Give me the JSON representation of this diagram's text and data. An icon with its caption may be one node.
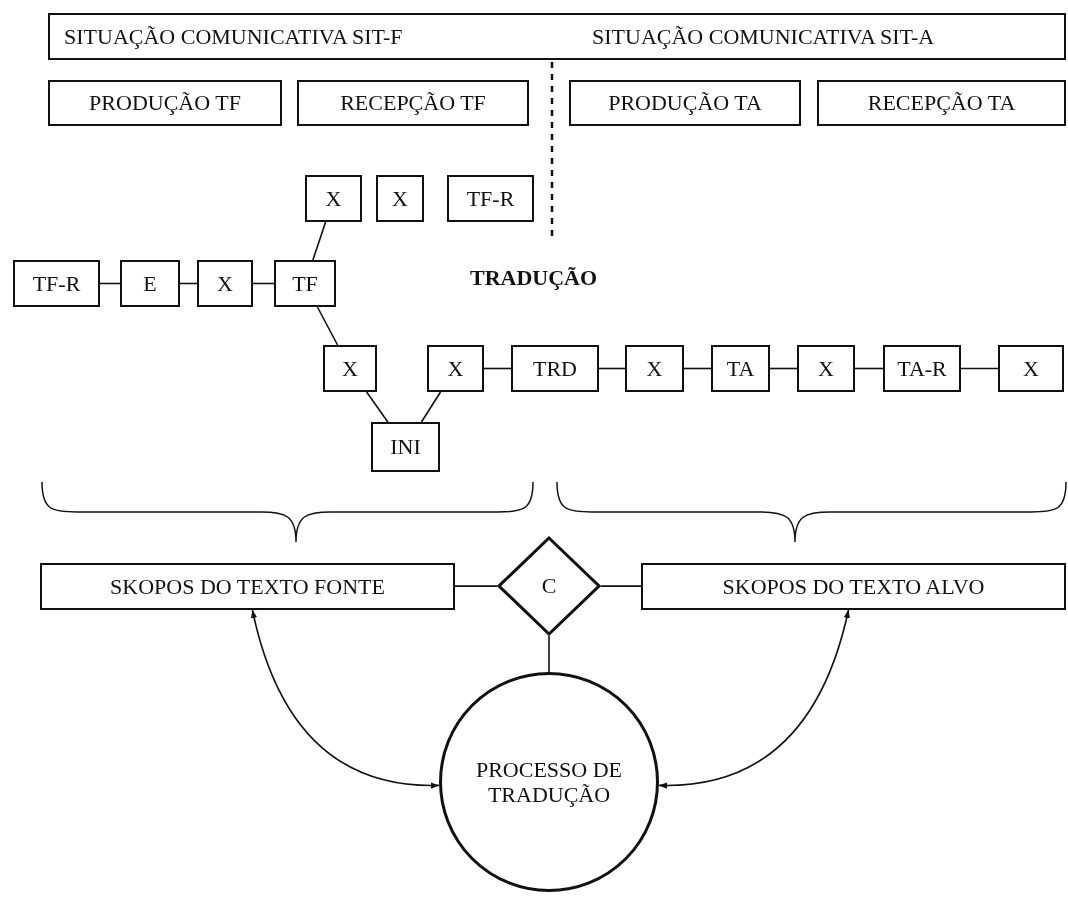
{
  "diagram": {
    "nodes": [
      {
        "text": [
          "SITUAÇÃO COMUNICATIVA SIT-F",
          "SITUAÇÃO COMUNICATIVA SIT-A"
        ]
      },
      {
        "text": [
          "PRODUÇÃO TF"
        ]
      },
      {
        "text": [
          "RECEPÇÃO TF"
        ]
      },
      {
        "text": [
          "PRODUÇÃO TA"
        ]
      },
      {
        "text": [
          "RECEPÇÃO TA"
        ]
      },
      {
        "text": [
          "X"
        ]
      },
      {
        "text": [
          "X"
        ]
      },
      {
        "text": [
          "TF-R"
        ]
      },
      {
        "text": [
          "TF-R"
        ]
      },
      {
        "text": [
          "E"
        ]
      },
      {
        "text": [
          "X"
        ]
      },
      {
        "text": [
          "TF"
        ]
      },
      {
        "text": [
          "X"
        ]
      },
      {
        "text": [
          "X"
        ]
      },
      {
        "text": [
          "TRD"
        ]
      },
      {
        "text": [
          "X"
        ]
      },
      {
        "text": [
          "TA"
        ]
      },
      {
        "text": [
          "X"
        ]
      },
      {
        "text": [
          "TA-R"
        ]
      },
      {
        "text": [
          "X"
        ]
      },
      {
        "text": [
          "INI"
        ]
      },
      {
        "text": [
          "SKOPOS DO TEXTO FONTE"
        ]
      },
      {
        "text": [
          "C"
        ]
      },
      {
        "text": [
          "SKOPOS DO TEXTO ALVO"
        ]
      },
      {
        "text": [
          "PROCESSO DE TRADUÇÃO"
        ]
      }
    ],
    "edges": [
      {
        "from": 8,
        "to": 9,
        "arrow": "none"
      },
      {
        "from": 9,
        "to": 10,
        "arrow": "none"
      },
      {
        "from": 10,
        "to": 11,
        "arrow": "none"
      },
      {
        "from": 11,
        "to": 5,
        "arrow": "none"
      },
      {
        "from": 11,
        "to": 12,
        "arrow": "none"
      },
      {
        "from": 12,
        "to": 20,
        "arrow": "none"
      },
      {
        "from": 20,
        "to": 13,
        "arrow": "none"
      },
      {
        "from": 13,
        "to": 14,
        "arrow": "none"
      },
      {
        "from": 14,
        "to": 15,
        "arrow": "none"
      },
      {
        "from": 15,
        "to": 16,
        "arrow": "none"
      },
      {
        "from": 16,
        "to": 17,
        "arrow": "none"
      },
      {
        "from": 17,
        "to": 18,
        "arrow": "none"
      },
      {
        "from": 18,
        "to": 19,
        "arrow": "none"
      },
      {
        "from": 21,
        "to": 22,
        "arrow": "none"
      },
      {
        "from": 22,
        "to": 23,
        "arrow": "none"
      },
      {
        "from": 22,
        "to": 24,
        "arrow": "none"
      },
      {
        "from": 24,
        "to": 21,
        "arrow": "both"
      },
      {
        "from": 24,
        "to": 23,
        "arrow": "both"
      }
    ],
    "labels": [
      "TRADUÇÃO"
    ]
  }
}
